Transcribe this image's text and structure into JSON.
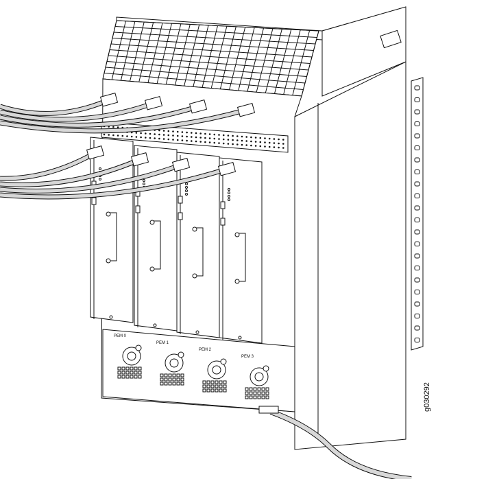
{
  "figure": {
    "id": "g030292",
    "pem_labels": [
      "PEM 0",
      "PEM 1",
      "PEM 2",
      "PEM 3"
    ],
    "pem_count": 4,
    "cables_per_pem": 2,
    "colors": {
      "stroke": "#111111",
      "cable": "#d8d8d8",
      "panel": "#ffffff"
    }
  }
}
